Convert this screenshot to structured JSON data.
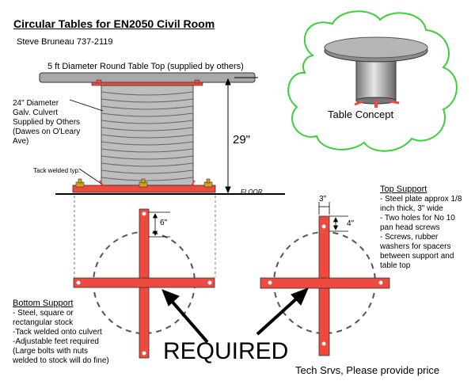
{
  "title": "Circular Tables for EN2050 Civil Room",
  "author": "Steve Bruneau 737-2119",
  "tabletop_label": "5 ft Diameter Round Table Top (supplied by others)",
  "culvert_label": "24\" Diameter\nGalv. Culvert\nSupplied by Others\n(Dawes on O'Leary\nAve)",
  "tack_label": "Tack welded typ.",
  "height_label": "29\"",
  "floor_label": "FLOOR",
  "concept_label": "Table Concept",
  "dim_6": "6\"",
  "dim_3": "3\"",
  "dim_4": "4\"",
  "top_support": {
    "heading": "Top Support",
    "body": "- Steel plate approx 1/8\ninch thick, 3\" wide\n- Two holes for No 10\npan head screws\n- Screws, rubber\nwashers for spacers\nbetween support and\ntable top"
  },
  "bottom_support": {
    "heading": "Bottom Support",
    "body": "- Steel, square or\nrectangular stock\n-Tack welded onto culvert\n-Adjustable feet required\n(Large bolts with nuts\nwelded to stock will do fine)"
  },
  "required_label": "REQUIRED",
  "tech_label": "Tech Srvs, Please provide price",
  "colors": {
    "red": "#f04a40",
    "grey": "#a8a8a8",
    "cloud": "#3ccf3c"
  }
}
